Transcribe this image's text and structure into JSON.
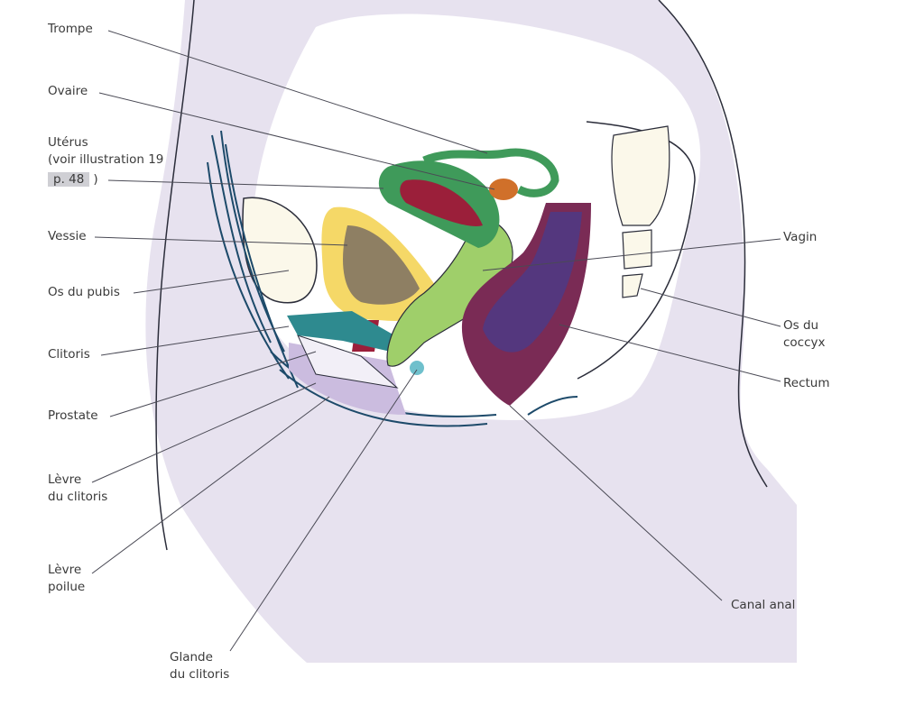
{
  "labels": {
    "trompe": "Trompe",
    "ovaire": "Ovaire",
    "uterus": "Utérus",
    "uterus_ref": "(voir illustration 19",
    "uterus_page": "p. 48",
    "uterus_close": ")",
    "vessie": "Vessie",
    "os_pubis": "Os du pubis",
    "clitoris": "Clitoris",
    "prostate": "Prostate",
    "levre_clitoris_1": "Lèvre",
    "levre_clitoris_2": "du clitoris",
    "levre_poilue_1": "Lèvre",
    "levre_poilue_2": "poilue",
    "glande_1": "Glande",
    "glande_2": "du clitoris",
    "canal_anal": "Canal anal",
    "rectum": "Rectum",
    "coccyx_1": "Os du",
    "coccyx_2": "coccyx",
    "vagin": "Vagin"
  },
  "colors": {
    "body": "#e7e2ef",
    "outline": "#2b2d3a",
    "uterus": "#3f9a5a",
    "endometrium": "#9b1f3a",
    "bladder": "#f5d867",
    "vagina": "#9fcf6a",
    "rectum": "#7a2b55",
    "clitoris": "#2e8a8f",
    "hair": "#1d4a6a"
  }
}
